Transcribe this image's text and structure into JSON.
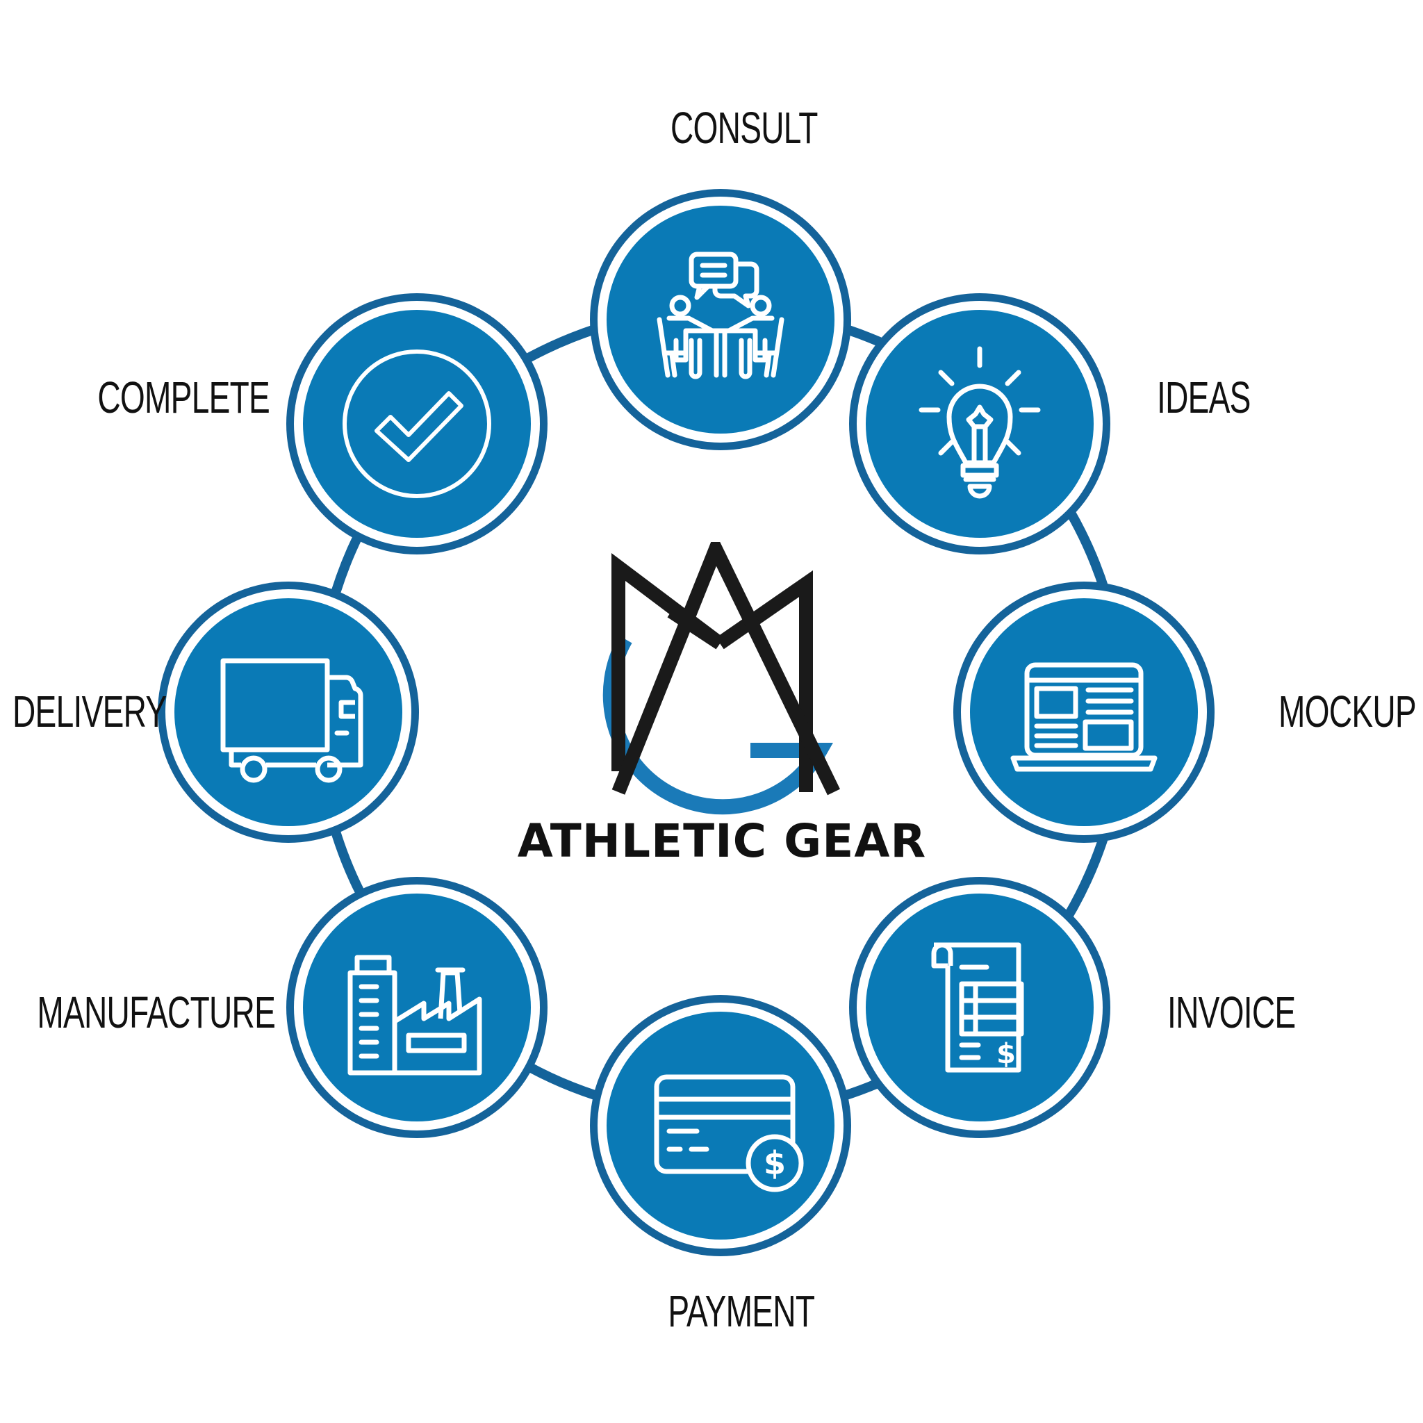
{
  "diagram": {
    "type": "cycle",
    "center": {
      "logo_monogram": "MAG",
      "logo_icon": "mag-monogram-logo",
      "brand_name": "ATHLETIC GEAR"
    },
    "colors": {
      "ring": "#14639a",
      "node_outer": "#14639a",
      "node_fill": "#0a7ab6",
      "icon_stroke": "#ffffff",
      "label_text": "#111111",
      "logo_black": "#1a1a1a",
      "logo_blue": "#1a7ab8"
    },
    "steps": [
      {
        "order": 1,
        "label": "CONSULT",
        "icon": "meeting-icon"
      },
      {
        "order": 2,
        "label": "IDEAS",
        "icon": "lightbulb-icon"
      },
      {
        "order": 3,
        "label": "MOCKUP",
        "icon": "laptop-wireframe-icon"
      },
      {
        "order": 4,
        "label": "INVOICE",
        "icon": "invoice-icon"
      },
      {
        "order": 5,
        "label": "PAYMENT",
        "icon": "credit-card-dollar-icon"
      },
      {
        "order": 6,
        "label": "MANUFACTURE",
        "icon": "factory-icon"
      },
      {
        "order": 7,
        "label": "DELIVERY",
        "icon": "delivery-truck-icon"
      },
      {
        "order": 8,
        "label": "COMPLETE",
        "icon": "checkmark-circle-icon"
      }
    ]
  }
}
